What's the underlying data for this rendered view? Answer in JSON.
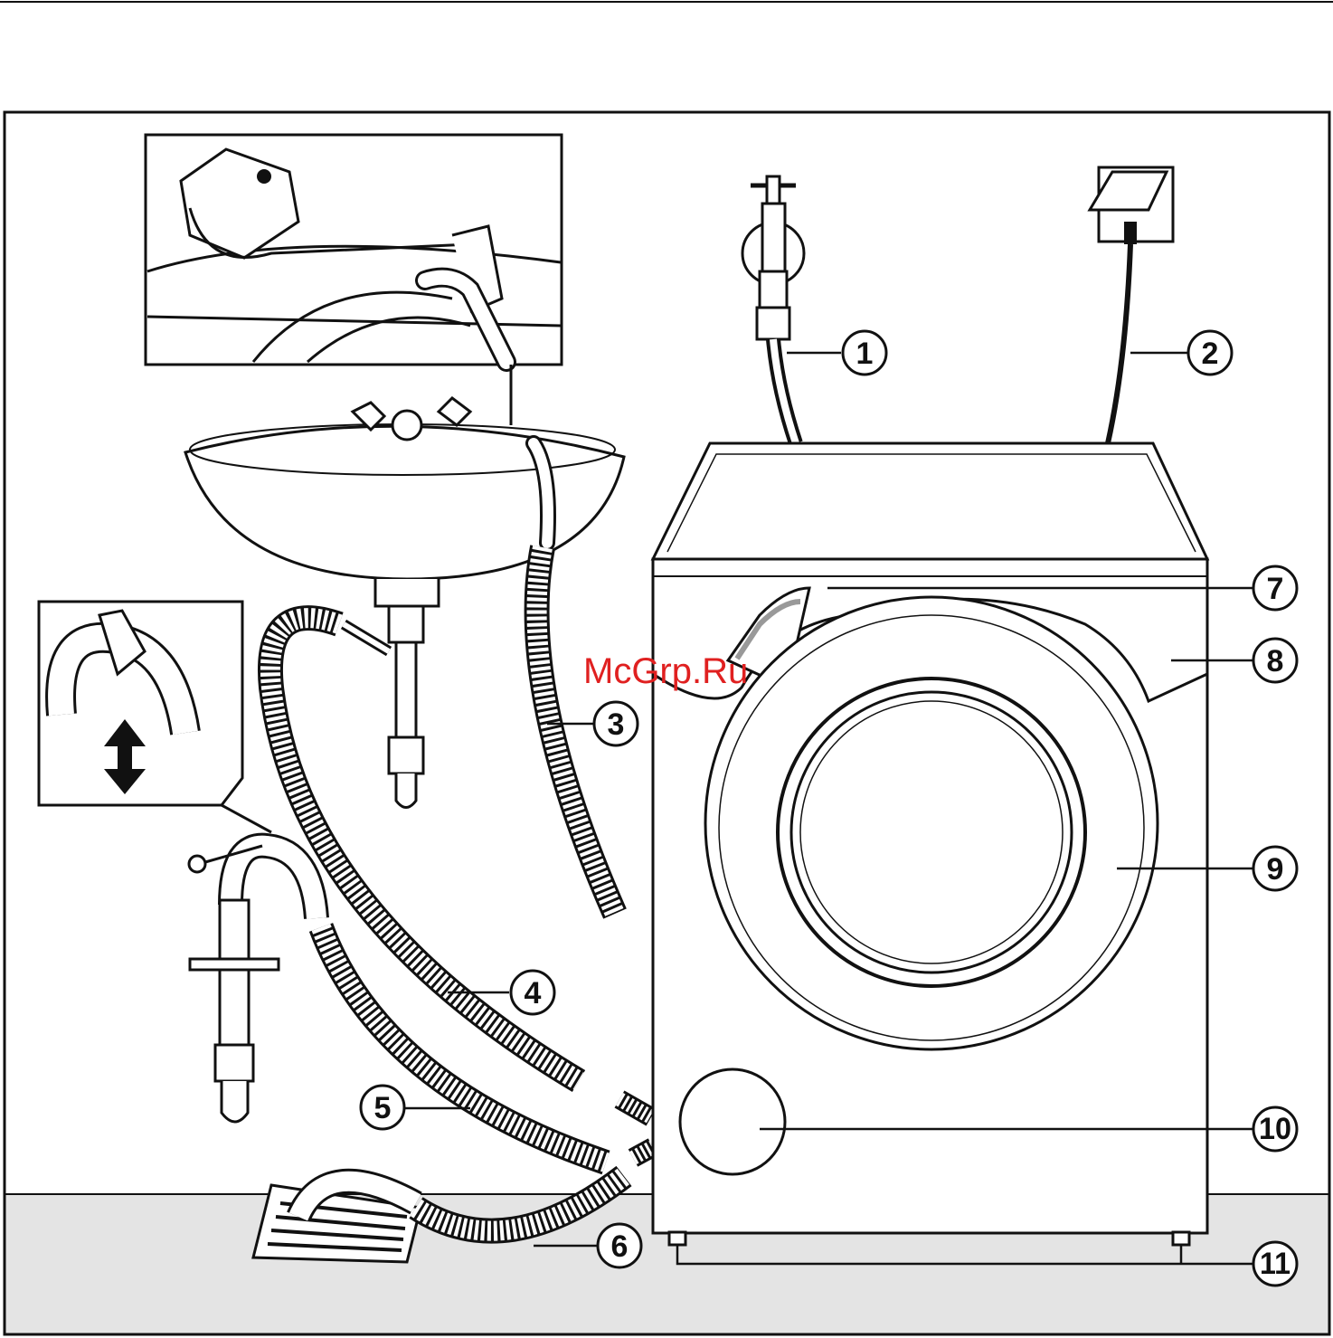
{
  "watermark": "McGrp.Ru",
  "callouts": [
    {
      "id": "1",
      "label": "1"
    },
    {
      "id": "2",
      "label": "2"
    },
    {
      "id": "3",
      "label": "3"
    },
    {
      "id": "4",
      "label": "4"
    },
    {
      "id": "5",
      "label": "5"
    },
    {
      "id": "6",
      "label": "6"
    },
    {
      "id": "7",
      "label": "7"
    },
    {
      "id": "8",
      "label": "8"
    },
    {
      "id": "9",
      "label": "9"
    },
    {
      "id": "10",
      "label": "10"
    },
    {
      "id": "11",
      "label": "11"
    }
  ],
  "colors": {
    "line": "#111111",
    "floor": "#e4e4e4",
    "watermark": "#e02020",
    "paper": "#ffffff"
  }
}
